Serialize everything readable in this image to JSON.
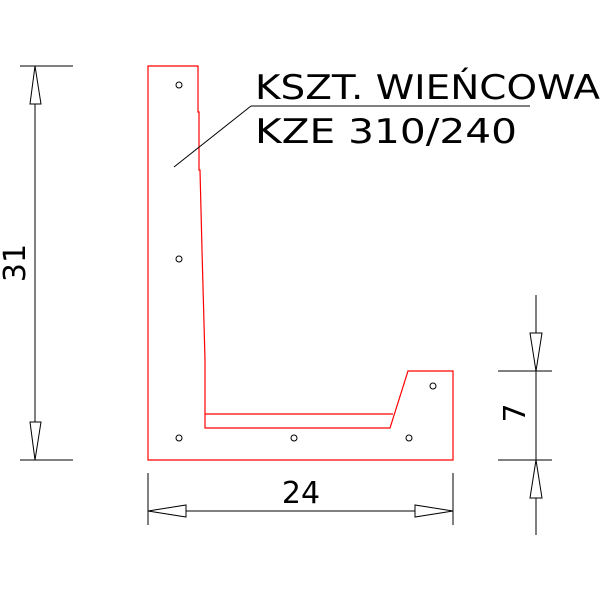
{
  "drawing": {
    "title_line1": "KSZT. WIEŃCOWA",
    "title_line2": "KZE 310/240",
    "outline_color": "#ff0000",
    "line_color": "#000000",
    "background": "#ffffff"
  },
  "dimensions": {
    "height": {
      "value": "31",
      "orientation": "vertical-left"
    },
    "width": {
      "value": "24",
      "orientation": "horizontal-bottom"
    },
    "flange_height": {
      "value": "7",
      "orientation": "vertical-right"
    }
  },
  "holes": {
    "count": 6
  }
}
